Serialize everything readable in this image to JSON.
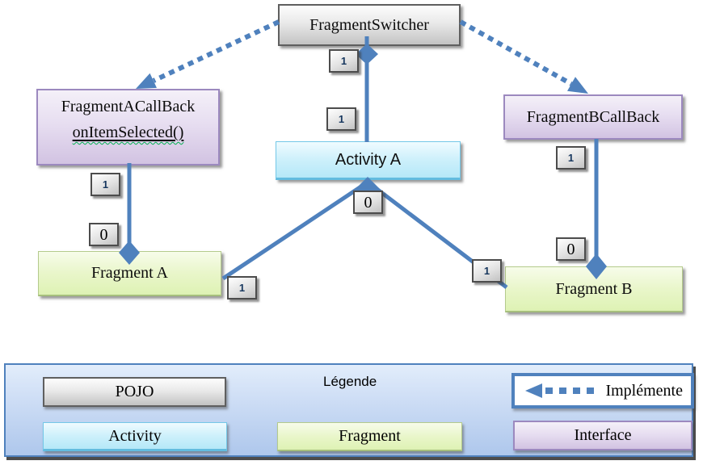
{
  "diagram": {
    "nodes": {
      "fragment_switcher": {
        "label": "FragmentSwitcher"
      },
      "fragment_a_callback": {
        "label": "FragmentACallBack",
        "method": "onItemSelected()"
      },
      "fragment_b_callback": {
        "label": "FragmentBCallBack"
      },
      "activity_a": {
        "label": "Activity A"
      },
      "fragment_a": {
        "label": "Fragment A"
      },
      "fragment_b": {
        "label": "Fragment B"
      }
    },
    "multiplicities": {
      "switcher_bottom": "1",
      "activity_top": "1",
      "activity_bottom": "0",
      "callback_a_bottom": "1",
      "fragment_a_top": "0",
      "fragment_a_right": "1",
      "callback_b_bottom": "1",
      "fragment_b_top": "0",
      "fragment_b_left": "1"
    }
  },
  "legend": {
    "title": "Légende",
    "pojo_label": "POJO",
    "activity_label": "Activity",
    "fragment_label": "Fragment",
    "interface_label": "Interface",
    "implements_label": "Implémente"
  },
  "colors": {
    "connector_blue": "#4f81bd",
    "pojo_gray": "#d0d0d0",
    "activity_cyan": "#c6eefb",
    "fragment_green": "#e3f4bc",
    "interface_purple": "#ddd1ea",
    "legend_panel_blue": "#c3d6f0",
    "spellcheck_green": "#00b050"
  }
}
